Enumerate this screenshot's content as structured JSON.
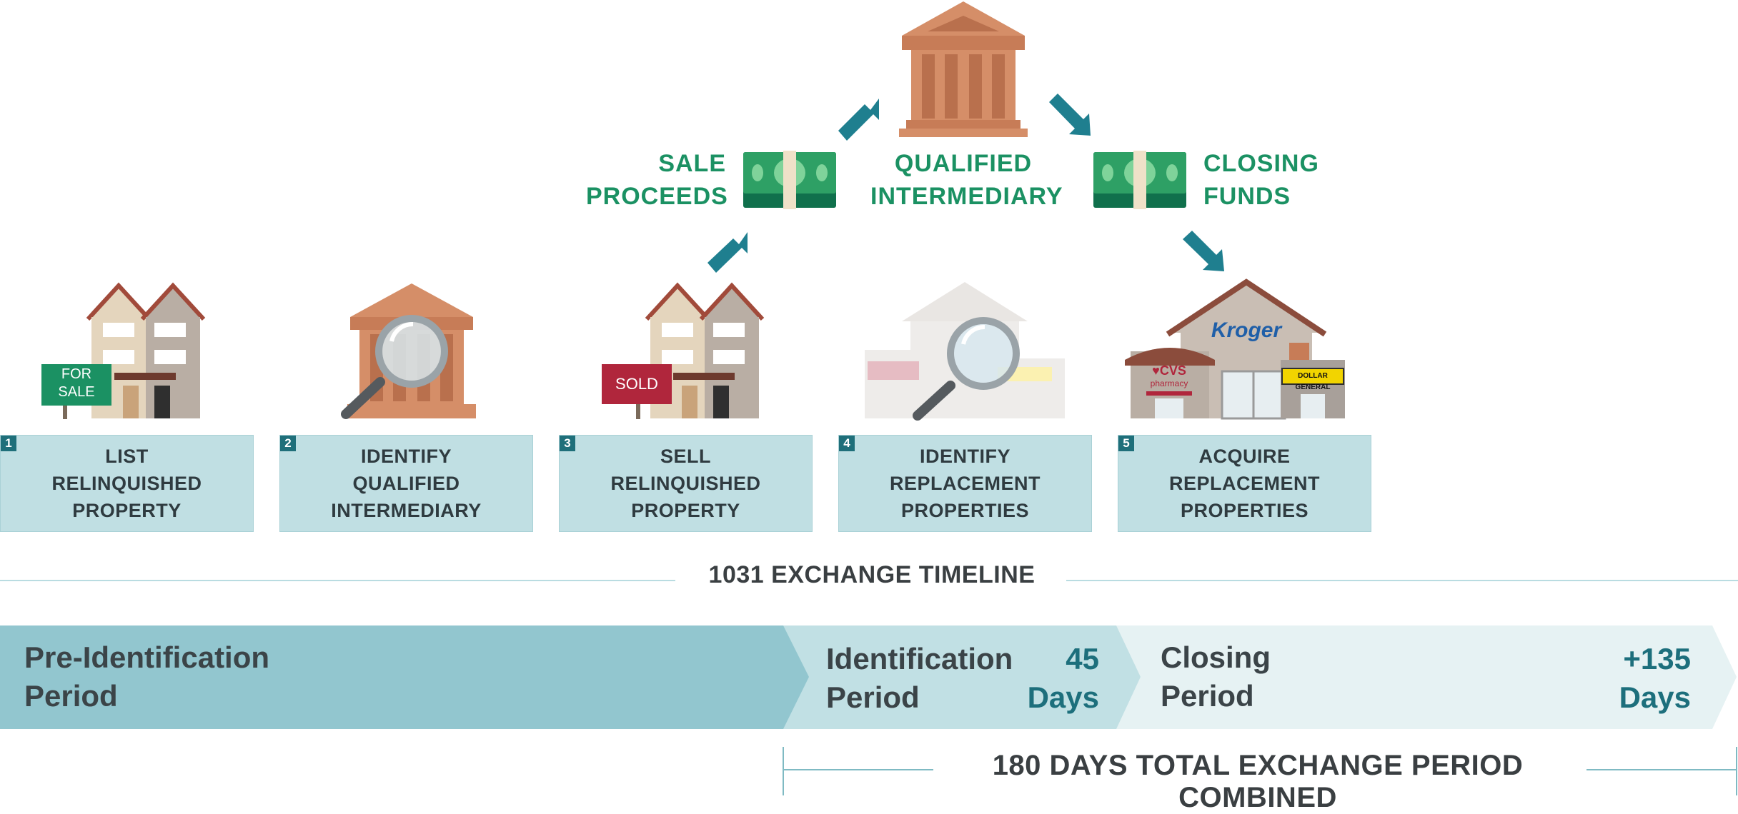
{
  "flow": {
    "sale_proceeds": [
      "SALE",
      "PROCEEDS"
    ],
    "qualified_intermediary": [
      "QUALIFIED",
      "INTERMEDIARY"
    ],
    "closing_funds": [
      "CLOSING",
      "FUNDS"
    ]
  },
  "steps": [
    {
      "number": "1",
      "lines": [
        "LIST",
        "RELINQUISHED",
        "PROPERTY"
      ]
    },
    {
      "number": "2",
      "lines": [
        "IDENTIFY",
        "QUALIFIED",
        "INTERMEDIARY"
      ]
    },
    {
      "number": "3",
      "lines": [
        "SELL",
        "RELINQUISHED",
        "PROPERTY"
      ]
    },
    {
      "number": "4",
      "lines": [
        "IDENTIFY",
        "REPLACEMENT",
        "PROPERTIES"
      ]
    },
    {
      "number": "5",
      "lines": [
        "ACQUIRE",
        "REPLACEMENT",
        "PROPERTIES"
      ]
    }
  ],
  "signs": {
    "for_sale": [
      "FOR",
      "SALE"
    ],
    "sold": "SOLD",
    "cvs": "CVS",
    "cvs_sub": "pharmacy",
    "kroger": "Kroger",
    "dollar_general": "DOLLAR GENERAL"
  },
  "timeline": {
    "title": "1031 EXCHANGE TIMELINE",
    "phases": [
      {
        "name": [
          "Pre-Identification",
          "Period"
        ],
        "days": [
          "",
          ""
        ]
      },
      {
        "name": [
          "Identification",
          "Period"
        ],
        "days": [
          "45",
          "Days"
        ]
      },
      {
        "name": [
          "Closing",
          "Period"
        ],
        "days": [
          "+135",
          "Days"
        ]
      }
    ],
    "total": "180 DAYS TOTAL EXCHANGE PERIOD COMBINED"
  },
  "colors": {
    "green": "#1b9163",
    "teal_dark": "#1f6f7a",
    "step_bg": "#c0dfe3",
    "phase1": "#92c6cf",
    "phase2": "#c1e0e4",
    "phase3": "#e6f2f3",
    "brick": "#d58e68"
  }
}
